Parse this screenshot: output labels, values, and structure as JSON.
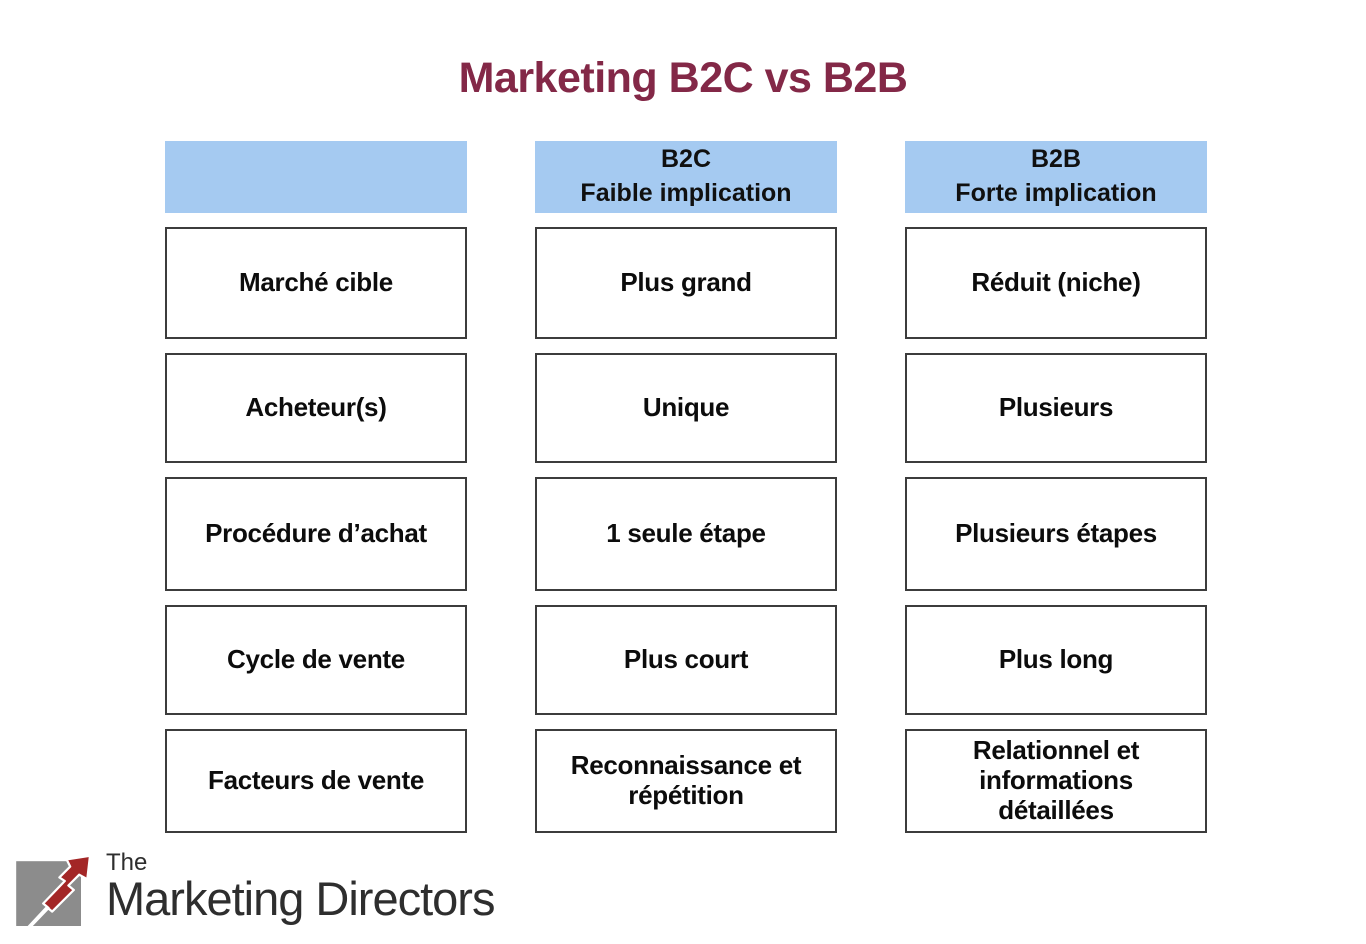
{
  "title": "Marketing B2C vs B2B",
  "table": {
    "headers": [
      {
        "line1": "",
        "line2": ""
      },
      {
        "line1": "B2C",
        "line2": "Faible implication"
      },
      {
        "line1": "B2B",
        "line2": "Forte implication"
      }
    ],
    "rows": [
      {
        "label": "Marché cible",
        "b2c": "Plus grand",
        "b2b": "Réduit (niche)"
      },
      {
        "label": "Acheteur(s)",
        "b2c": "Unique",
        "b2b": "Plusieurs"
      },
      {
        "label": "Procédure d’achat",
        "b2c": "1 seule étape",
        "b2b": "Plusieurs étapes"
      },
      {
        "label": "Cycle de vente",
        "b2c": "Plus court",
        "b2b": "Plus long"
      },
      {
        "label": "Facteurs de vente",
        "b2c": "Reconnaissance et répétition",
        "b2b": "Relationnel et informations détaillées"
      }
    ]
  },
  "logo": {
    "prefix": "The",
    "name": "Marketing Directors"
  },
  "colors": {
    "title": "#832847",
    "header_bg": "#A5CAF1",
    "cell_border": "#3c3c3c",
    "logo_red": "#A32626",
    "logo_gray": "#8C8C8C"
  }
}
